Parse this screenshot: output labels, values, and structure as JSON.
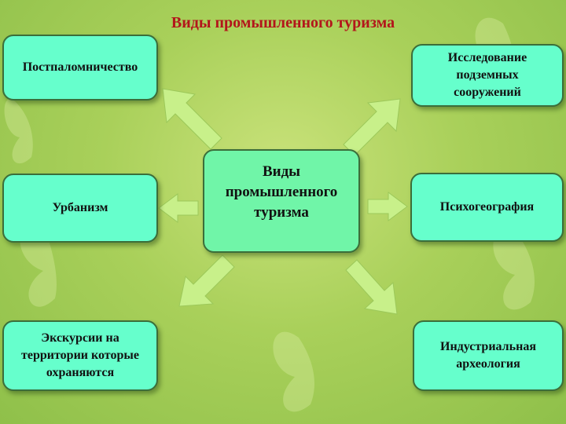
{
  "title": "Виды промышленного туризма",
  "center": "Виды\nпромышленного\nтуризма",
  "nodes": {
    "top_left": "Постпаломничество",
    "top_right": "Исследование\nподземных\nсооружений",
    "mid_left": "Урбанизм",
    "mid_right": "Психогеография",
    "bottom_left": "Экскурсии на\nтерритории которые\nохраняются",
    "bottom_right": "Индустриальная\nархеология"
  },
  "colors": {
    "title": "#b3161b",
    "box_fill": "#66ffcc",
    "center_fill": "#70f5a8",
    "arrow_fill": "#c8f08a"
  }
}
